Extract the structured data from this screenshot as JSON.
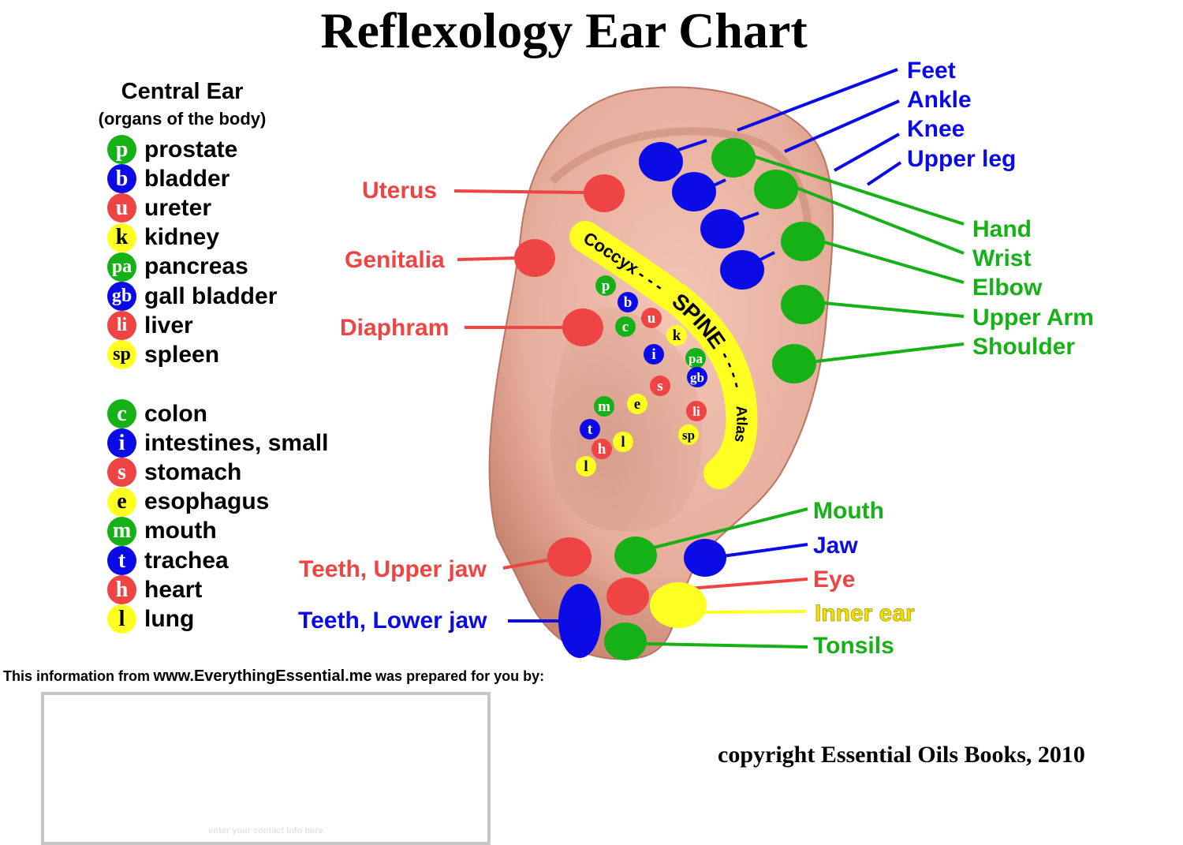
{
  "title": "Reflexology Ear Chart",
  "legend": {
    "heading": "Central Ear",
    "subheading": "(organs of the body)",
    "group1": [
      {
        "abbr": "p",
        "label": "prostate",
        "color": "green"
      },
      {
        "abbr": "b",
        "label": "bladder",
        "color": "blue"
      },
      {
        "abbr": "u",
        "label": "ureter",
        "color": "red"
      },
      {
        "abbr": "k",
        "label": "kidney",
        "color": "yellow"
      },
      {
        "abbr": "pa",
        "label": "pancreas",
        "color": "green"
      },
      {
        "abbr": "gb",
        "label": "gall bladder",
        "color": "blue"
      },
      {
        "abbr": "li",
        "label": "liver",
        "color": "red"
      },
      {
        "abbr": "sp",
        "label": "spleen",
        "color": "yellow"
      }
    ],
    "group2": [
      {
        "abbr": "c",
        "label": "colon",
        "color": "green"
      },
      {
        "abbr": "i",
        "label": "intestines, small",
        "color": "blue"
      },
      {
        "abbr": "s",
        "label": "stomach",
        "color": "red"
      },
      {
        "abbr": "e",
        "label": "esophagus",
        "color": "yellow"
      },
      {
        "abbr": "m",
        "label": "mouth",
        "color": "green"
      },
      {
        "abbr": "t",
        "label": "trachea",
        "color": "blue"
      },
      {
        "abbr": "h",
        "label": "heart",
        "color": "red"
      },
      {
        "abbr": "l",
        "label": "lung",
        "color": "yellow"
      }
    ]
  },
  "colors": {
    "red": "#ee4444",
    "blue": "#0b0be6",
    "green": "#16b116",
    "yellow": "#ffff22",
    "skin": "#ebb3a3",
    "inner_ear_text": "#f2e000"
  },
  "labels": {
    "feet": "Feet",
    "ankle": "Ankle",
    "knee": "Knee",
    "upper_leg": "Upper leg",
    "hand": "Hand",
    "wrist": "Wrist",
    "elbow": "Elbow",
    "upper_arm": "Upper Arm",
    "shoulder": "Shoulder",
    "uterus": "Uterus",
    "genitalia": "Genitalia",
    "diaphram": "Diaphram",
    "mouth": "Mouth",
    "jaw": "Jaw",
    "eye": "Eye",
    "inner_ear": "Inner ear",
    "tonsils": "Tonsils",
    "teeth_upper_jaw": "Teeth, Upper jaw",
    "teeth_lower_jaw": "Teeth, Lower jaw"
  },
  "spine": {
    "coccyx": "Coccyx",
    "spine": "SPINE",
    "atlas": "Atlas"
  },
  "inner_dots": [
    {
      "abbr": "p",
      "color": "green"
    },
    {
      "abbr": "b",
      "color": "blue"
    },
    {
      "abbr": "c",
      "color": "green"
    },
    {
      "abbr": "u",
      "color": "red"
    },
    {
      "abbr": "k",
      "color": "yellow"
    },
    {
      "abbr": "i",
      "color": "blue"
    },
    {
      "abbr": "pa",
      "color": "green"
    },
    {
      "abbr": "gb",
      "color": "blue"
    },
    {
      "abbr": "s",
      "color": "red"
    },
    {
      "abbr": "e",
      "color": "yellow"
    },
    {
      "abbr": "m",
      "color": "green"
    },
    {
      "abbr": "li",
      "color": "red"
    },
    {
      "abbr": "t",
      "color": "blue"
    },
    {
      "abbr": "l",
      "color": "yellow"
    },
    {
      "abbr": "h",
      "color": "red"
    },
    {
      "abbr": "sp",
      "color": "yellow"
    },
    {
      "abbr": "l",
      "color": "yellow"
    }
  ],
  "footer": {
    "info_prefix": "This information from",
    "website": "www.EverythingEssential.me",
    "info_suffix": "was prepared for you by:",
    "contact_placeholder": "enter your contact info here",
    "copyright": "copyright Essential Oils Books, 2010"
  }
}
